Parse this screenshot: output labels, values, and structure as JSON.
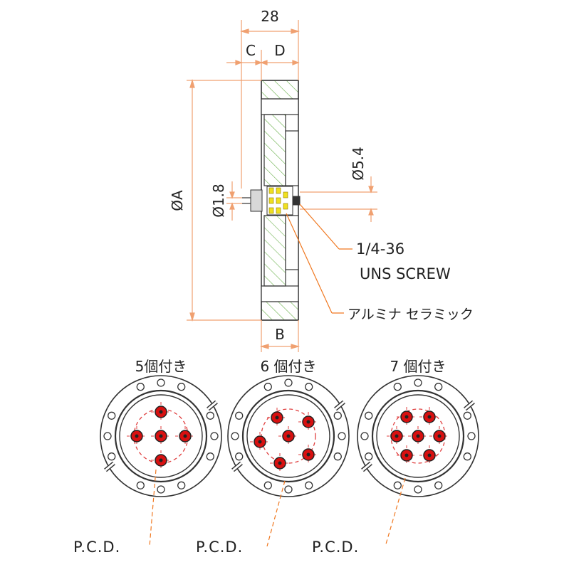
{
  "dimensions": {
    "width_28": "28",
    "c": "C",
    "d": "D",
    "b": "B",
    "phi_a": "ØA",
    "phi_18": "Ø1.8",
    "phi_54": "Ø5.4"
  },
  "callouts": {
    "screw_line1": "1/4-36",
    "screw_line2": "UNS SCREW",
    "ceramic": "アルミナ セラミック"
  },
  "variants": [
    {
      "title": "5個付き",
      "pins": 5,
      "pcd_label": "P.C.D."
    },
    {
      "title": "6 個付き",
      "pins": 6,
      "pcd_label": "P.C.D."
    },
    {
      "title": "7 個付き",
      "pins": 7,
      "pcd_label": "P.C.D."
    }
  ],
  "colors": {
    "dimension_line": "#f0a070",
    "callout_line": "#f07820",
    "hatch": "#6ab04c",
    "pin_fill": "#d81010",
    "pcd_circle": "#e04040",
    "ceramic_insert": "#f0e020",
    "outline": "#333333"
  }
}
